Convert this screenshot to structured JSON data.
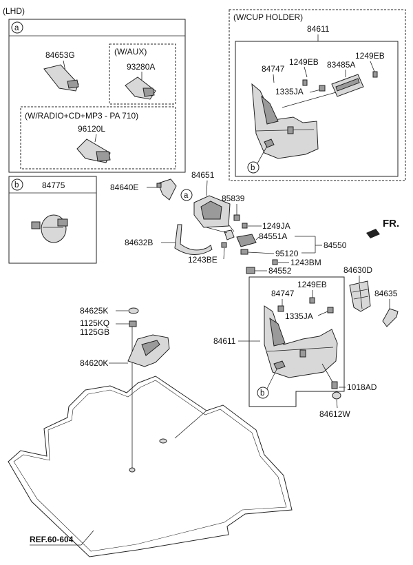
{
  "header": {
    "variant": "(LHD)"
  },
  "inset_a": {
    "marker": "a",
    "part_base": "84653G",
    "aux_title": "(W/AUX)",
    "aux_part": "93280A",
    "radio_title": "(W/RADIO+CD+MP3 - PA 710)",
    "radio_part": "96120L"
  },
  "inset_b": {
    "marker": "b",
    "part": "84775"
  },
  "cup_holder": {
    "title": "(W/CUP HOLDER)",
    "assembly": "84611",
    "parts": [
      "84747",
      "1249EB",
      "83485A",
      "1249EB",
      "1335JA"
    ],
    "marker": "b"
  },
  "main_parts": {
    "p84651": "84651",
    "p84640E": "84640E",
    "marker_a": "a",
    "p85839": "85839",
    "p1249JA": "1249JA",
    "p84551A": "84551A",
    "p84550": "84550",
    "p84632B": "84632B",
    "p95120": "95120",
    "p1243BE": "1243BE",
    "p1243BM": "1243BM",
    "p84552": "84552",
    "p84630D": "84630D",
    "p84635": "84635",
    "p84625K": "84625K",
    "p1125KQ": "1125KQ",
    "p1125GB": "1125GB",
    "p84620K": "84620K"
  },
  "lower_console": {
    "assembly": "84611",
    "p84747": "84747",
    "p1249EB": "1249EB",
    "p1335JA": "1335JA",
    "marker": "b",
    "p1018AD": "1018AD",
    "p84612W": "84612W"
  },
  "orientation": {
    "label": "FR."
  },
  "reference": {
    "label": "REF.60-604"
  }
}
